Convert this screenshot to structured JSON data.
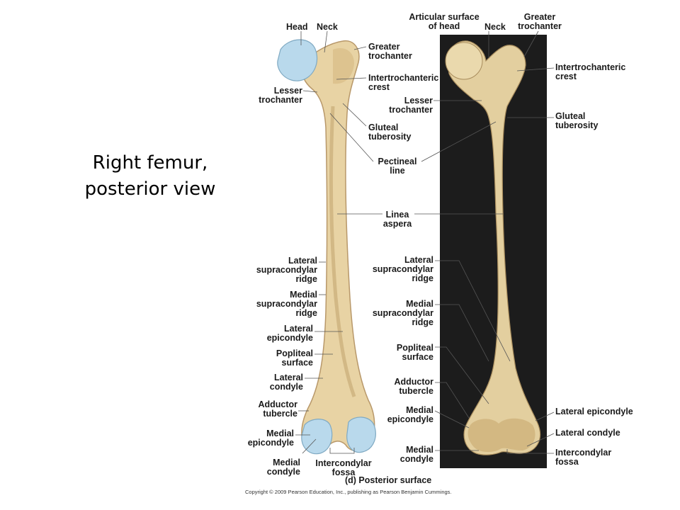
{
  "slide": {
    "title_line1": "Right femur,",
    "title_line2": "posterior view"
  },
  "figure": {
    "caption": "(d) Posterior surface",
    "copyright": "Copyright © 2009 Pearson Education, Inc., publishing as Pearson Benjamin Cummings.",
    "colors": {
      "bone": "#e8d3a4",
      "bone_shadow": "#c9ac78",
      "cartilage": "#b9d9ec",
      "photo_bg": "#1c1c1c",
      "leader": "#555555"
    },
    "labels": {
      "head": "Head",
      "neck_left": "Neck",
      "greater_trochanter_l1": "Greater",
      "greater_trochanter_l2": "trochanter",
      "intertroch_l1": "Intertrochanteric",
      "intertroch_l2": "crest",
      "lesser_troch_l1": "Lesser",
      "lesser_troch_l2": "trochanter",
      "gluteal_l1": "Gluteal",
      "gluteal_l2": "tuberosity",
      "pectineal_l1": "Pectineal",
      "pectineal_l2": "line",
      "linea_l1": "Linea",
      "linea_l2": "aspera",
      "lat_supra_l1": "Lateral",
      "lat_supra_l2": "supracondylar",
      "lat_supra_l3": "ridge",
      "med_supra_l1": "Medial",
      "med_supra_l2": "supracondylar",
      "med_supra_l3": "ridge",
      "lat_epi_l1": "Lateral",
      "lat_epi_l2": "epicondyle",
      "popliteal_l1": "Popliteal",
      "popliteal_l2": "surface",
      "lat_condyle_l1": "Lateral",
      "lat_condyle_l2": "condyle",
      "adductor_l1": "Adductor",
      "adductor_l2": "tubercle",
      "med_epi_l1": "Medial",
      "med_epi_l2": "epicondyle",
      "med_condyle_l1": "Medial",
      "med_condyle_l2": "condyle",
      "intercondylar_l1": "Intercondylar",
      "intercondylar_l2": "fossa",
      "articular_l1": "Articular surface",
      "articular_l2": "of head",
      "neck_right": "Neck",
      "lateral_epicondyle_right": "Lateral epicondyle",
      "lateral_condyle_right": "Lateral condyle"
    }
  }
}
